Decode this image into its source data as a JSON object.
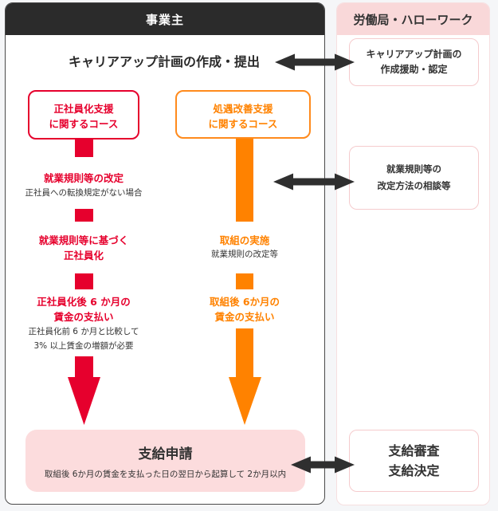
{
  "colors": {
    "employer_header_bg": "#2b2b2b",
    "office_header_bg": "#f9d8d9",
    "regularization_course": "#e6002d",
    "treatment_course": "#ff8200",
    "application_bg": "#fcdcdd",
    "exchange_arrow": "#2f2f2f"
  },
  "employer": {
    "header": "事業主",
    "plan_title": "キャリアアップ計画の作成・提出",
    "courses": [
      {
        "title_lines": [
          "正社員化支援",
          "に関するコース"
        ],
        "steps": [
          {
            "title_lines": [
              "就業規則等の改定"
            ],
            "note_lines": [
              "正社員への転換規定がない場合"
            ]
          },
          {
            "title_lines": [
              "就業規則等に基づく",
              "正社員化"
            ],
            "note_lines": []
          },
          {
            "title_lines": [
              "正社員化後 6 か月の",
              "賃金の支払い"
            ],
            "note_lines": [
              "正社員化前 6 か月と比較して",
              "3% 以上賃金の増額が必要"
            ]
          }
        ]
      },
      {
        "title_lines": [
          "処遇改善支援",
          "に関するコース"
        ],
        "steps": [
          {
            "title_lines": [
              "取組の実施"
            ],
            "note_lines": [
              "就業規則の改定等"
            ]
          },
          {
            "title_lines": [
              "取組後 6か月の",
              "賃金の支払い"
            ],
            "note_lines": []
          }
        ]
      }
    ],
    "application": {
      "title": "支給申請",
      "note": "取組後 6か月の賃金を支払った日の翌日から起算して 2か月以内"
    }
  },
  "labor_office": {
    "header": "労働局・ハローワーク",
    "boxes": [
      {
        "lines": [
          "キャリアアップ計画の",
          "作成援助・認定"
        ]
      },
      {
        "lines": [
          "就業規則等の",
          "改定方法の相談等"
        ]
      },
      {
        "lines": [
          "支給審査",
          "支給決定"
        ]
      }
    ]
  },
  "icons": {
    "exchange": "double-headed-arrow",
    "flow_down": "down-arrow"
  }
}
